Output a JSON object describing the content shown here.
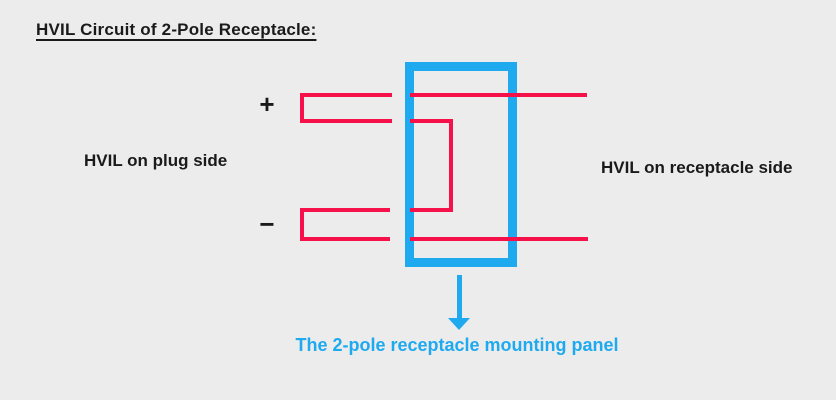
{
  "title": "HVIL Circuit of 2-Pole Receptacle:",
  "diagram": {
    "plug_side_label": "HVIL on plug side",
    "receptacle_side_label": "HVIL on receptacle side",
    "plus_sign": "+",
    "minus_sign": "−",
    "caption": "The 2-pole receptacle mounting panel"
  },
  "colors": {
    "background": "#ececec",
    "circuit_line_red": "#f6114b",
    "panel_blue": "#1faaf0",
    "text_dark": "#1a1a1a"
  }
}
